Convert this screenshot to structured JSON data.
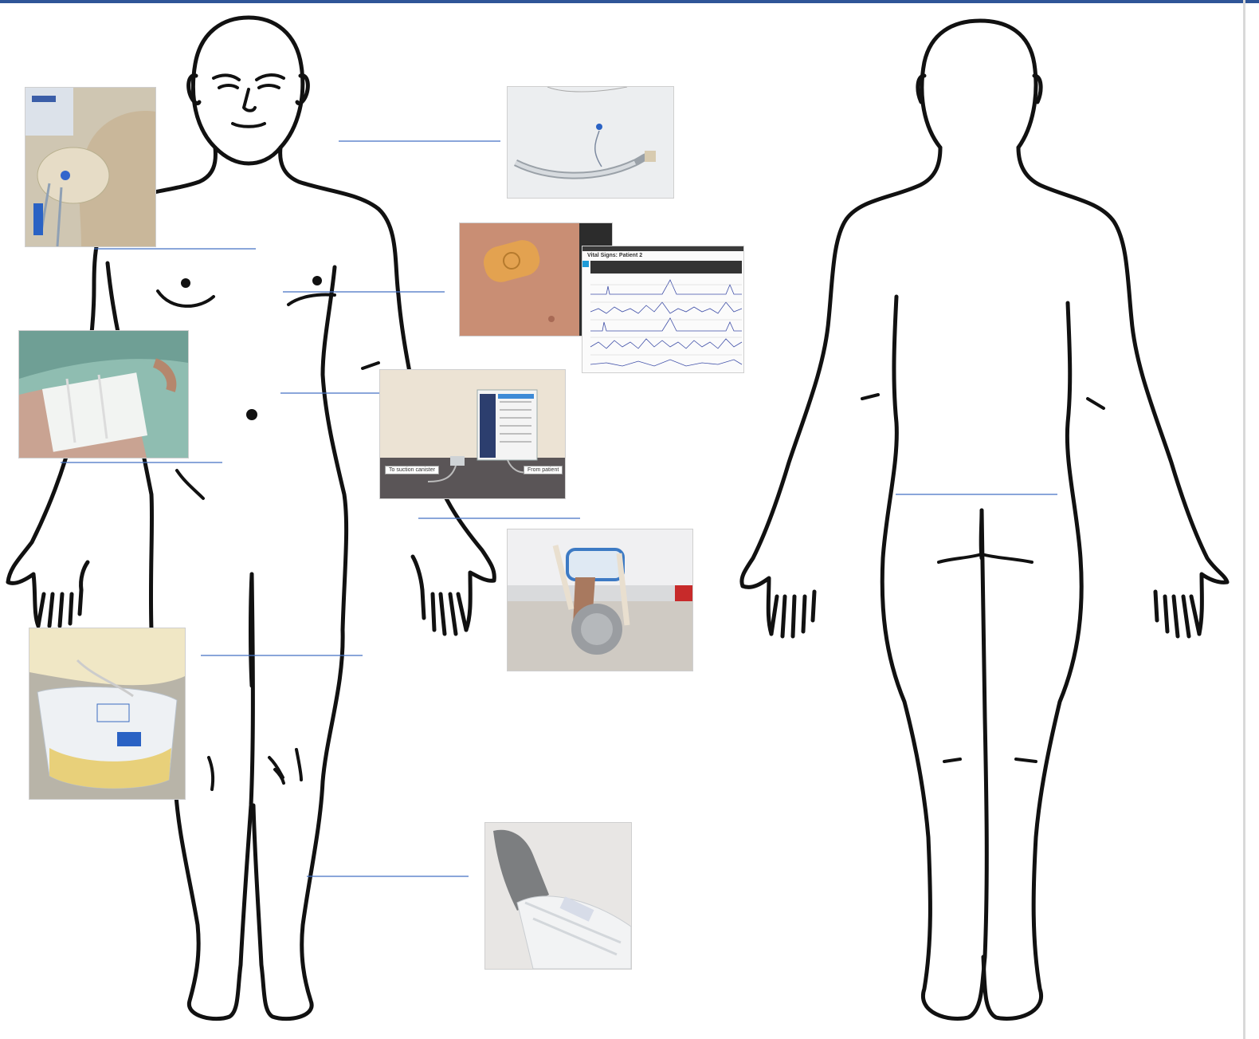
{
  "colors": {
    "accent": "#2f5597",
    "leader_line": "#4472c4",
    "outline": "#111111"
  },
  "figures": {
    "front": "anterior-body-outline",
    "back": "posterior-body-outline"
  },
  "photos": {
    "central_line": "central-venous-catheter-photo",
    "endotracheal_tube": "endotracheal-tube-photo",
    "ecg_patch": "ecg-electrode-patch-photo",
    "vital_signs": {
      "title": "Vital Signs: Patient 2"
    },
    "wound_dressing": "abdominal-wound-dressing-photo",
    "chest_drain": {
      "label_left": "To suction canister",
      "label_right": "From patient"
    },
    "wrist_restraint": "wrist-restraint-photo",
    "urinary_catheter_bag": "urinary-drainage-bag-photo",
    "compression_device": "sequential-compression-device-photo"
  }
}
